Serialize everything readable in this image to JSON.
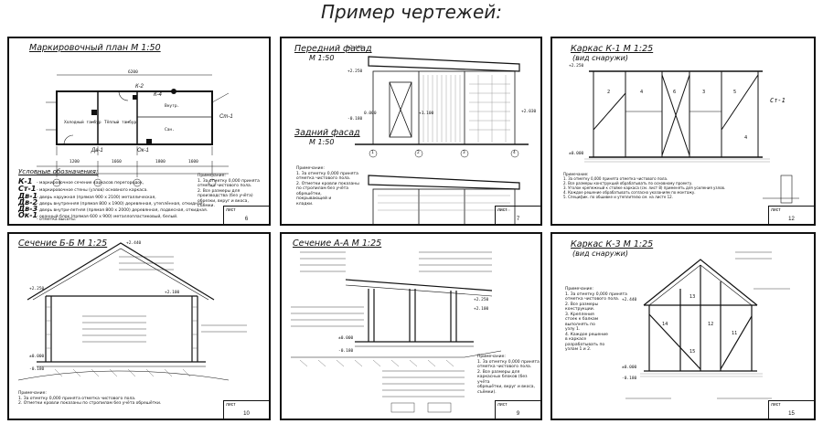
{
  "page_title": "Пример чертежей:",
  "sheets": {
    "plan": {
      "title": "Маркировочный план  М 1:50",
      "legend_title": "Условные обозначения:",
      "legend": [
        {
          "code": "К-1",
          "text": "- маркировочное сечение каркасов перегородок,"
        },
        {
          "code": "Ст-1",
          "text": "- маркировочное стены (узлов) основного каркаса."
        },
        {
          "code": "Дв-1",
          "text": "- дверь наружная (прямая 900 х 2100) металлическая,"
        },
        {
          "code": "Дв-2",
          "text": "- дверь внутренняя (прямая 800 х 1900) деревянная, утеплённая, откидная,"
        },
        {
          "code": "Дв-3",
          "text": "- дверь внутри-летняя (прямая 800 х 2000) деревянная, подвесная, откидная."
        },
        {
          "code": "Ок-1",
          "text": "- оконный блок (прямая 600 х 900) металлопластиковый, белый."
        },
        {
          "code": "",
          "text": "- отметка высоты."
        }
      ],
      "notes": "Примечание:\n1. За отметку 0,000 принята\nотметка чистового пола.\n2. Все размеры для\nпроизводства (без учёта)\nобрезки, вкруг и вкоса,\nсъёмки.",
      "rooms": [
        "Холодный тамбур",
        "Тёплый тамбур",
        "Внутр.",
        "Сан."
      ],
      "dims": [
        "1200",
        "1660",
        "1800",
        "1600",
        "6200"
      ],
      "sheet_label": "лист",
      "sheet_num": "6"
    },
    "facade": {
      "title_front": "Передний фасад",
      "scale_front": "М 1:50",
      "title_back": "Задний фасад",
      "scale_back": "М 1:50",
      "levels": [
        "+2.440",
        "+2.250",
        "0.000",
        "-0.180",
        "+1.100",
        "+2.030"
      ],
      "axes": [
        "1",
        "2",
        "3",
        "4"
      ],
      "notes": "Примечание:\n1. За отметку 0,000 принята\nотметка чистового пола.\n2. Отметки кровли показаны\nпо стропилам без учёта\nобрешётки,\nпокрывающей и\nкладки.",
      "sheet_label": "лист",
      "sheet_num": "7"
    },
    "frame_k1": {
      "title": "Каркас К-1  М 1:25",
      "subtitle": "(вид снаружи)",
      "labels": [
        "Ст-1",
        "+2.250",
        "±0.000"
      ],
      "notes": "Примечание:\n1. За отметку 0,000 принята отметка чистового пола.\n2. Все размеры конструкций обрабатывать по основному проекту.\n3. Уголок крепежный к стойке каркаса (см. лист 8) применять для усиления узлов.\n4. Каждое решение обрабатывать согласно указаниям по монтажу.\n5. Специфик. по обшивке и утеплителю см. на листе 12.",
      "sheet_label": "лист",
      "sheet_num": "12"
    },
    "section_bb": {
      "title": "Сечение Б-Б  М 1:25",
      "labels": [
        "+2.440",
        "+2.250",
        "+2.100",
        "±0.000",
        "-0.180"
      ],
      "notes": "Примечание:\n1. За отметку 0,000 принята отметка чистового пола.\n2. Отметки кровли показаны по стропилам без учёта обрешётки.",
      "sheet_label": "лист",
      "sheet_num": "10"
    },
    "section_aa": {
      "title": "Сечение А-А  М 1:25",
      "labels": [
        "+2.250",
        "+2.100",
        "±0.000",
        "-0.180"
      ],
      "notes": "Примечание:\n1. За отметку 0,000 принята\nотметка чистового пола.\n2. Все размеры для\nкаркасных блоков (без учёта\nобрешётки, вкруг и вкоса,\nсъёмки).",
      "sheet_label": "лист",
      "sheet_num": "9"
    },
    "frame_k3": {
      "title": "Каркас К-3  М 1:25",
      "subtitle": "(вид снаружи)",
      "labels": [
        "+2.440",
        "±0.000",
        "-0.180"
      ],
      "notes": "Примечание:\n1. За отметку 0,000 принята\nотметка чистового пола.\n2. Все размеры\nконструкции.\n3. Крепления\nстоек к балкам\nвыполнять по\nузлу 1.\n4. Каждое решение\nв каркасе\nразрабатывать по\nузлам 1 и 2.",
      "sheet_label": "лист",
      "sheet_num": "15"
    }
  },
  "colors": {
    "line": "#111111",
    "paper": "#ffffff",
    "hatch": "#555555"
  }
}
